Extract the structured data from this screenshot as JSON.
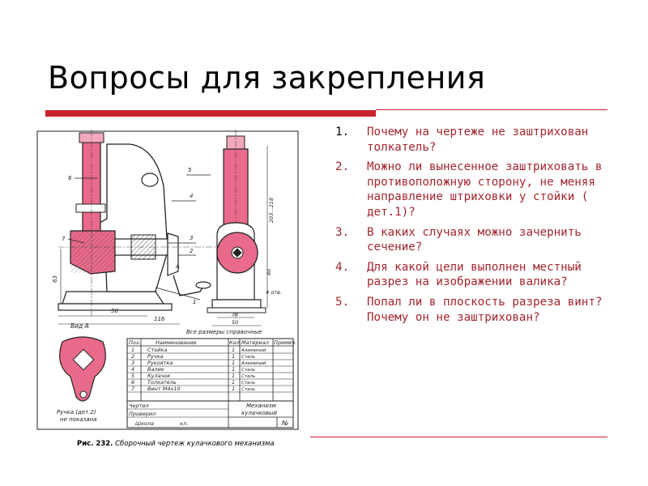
{
  "slide": {
    "title": "Вопросы для закрепления"
  },
  "questions": [
    {
      "num": "1.",
      "text": " Почему на чертеже не заштрихован толкатель?"
    },
    {
      "num": "2.",
      "text": "Можно ли вынесенное заштриховать в противоположную сторону, не меняя направление штриховки у стойки ( дет.1)?"
    },
    {
      "num": "3.",
      "text": "В каких случаях можно зачернить сечение?"
    },
    {
      "num": "4.",
      "text": "Для какой цели выполнен местный разрез на изображении валика?"
    },
    {
      "num": "5.",
      "text": "Попал ли в плоскость разреза винт? Почему он не заштрихован?"
    }
  ],
  "drawing": {
    "caption_fig": "Рис. 232.",
    "caption_text": " Сборочный чертеж кулачкового механизма",
    "view_label": "Вид А",
    "note": "Все размеры справочные",
    "handle_note_1": "Ручка (дет.2)",
    "handle_note_2": "не показана",
    "table_headers": [
      "Поз.",
      "Наименование",
      "Кол.",
      "Материал",
      "Примеч."
    ],
    "table_rows": [
      [
        "1",
        "Стойка",
        "1",
        "Алюминий"
      ],
      [
        "2",
        "Ручка",
        "1",
        "Сталь"
      ],
      [
        "3",
        "Рукоятка",
        "1",
        "Алюминий"
      ],
      [
        "4",
        "Валик",
        "1",
        "Сталь"
      ],
      [
        "5",
        "Кулачок",
        "1",
        "Сталь"
      ],
      [
        "6",
        "Толкатель",
        "1",
        "Сталь"
      ],
      [
        "7",
        "Винт М4х10",
        "1",
        "Сталь"
      ]
    ],
    "stamp_1": "Чертил",
    "stamp_2": "Проверил",
    "stamp_3": "Школа",
    "stamp_4": "кл.",
    "stamp_title_1": "Механизм",
    "stamp_title_2": "кулачковый",
    "stamp_no": "№",
    "dims": {
      "d63": "63",
      "d56": "56",
      "d116": "116",
      "d38": "38",
      "d50": "50",
      "d80": "80",
      "d203": "203...218",
      "holes": "4 отв.",
      "arrow_a": "А"
    },
    "leaders": [
      "7",
      "6",
      "5",
      "4",
      "3",
      "2",
      "1"
    ],
    "colors": {
      "pink": "#e96a8a",
      "pink_light": "#f3a9bc",
      "line": "#222222"
    }
  }
}
